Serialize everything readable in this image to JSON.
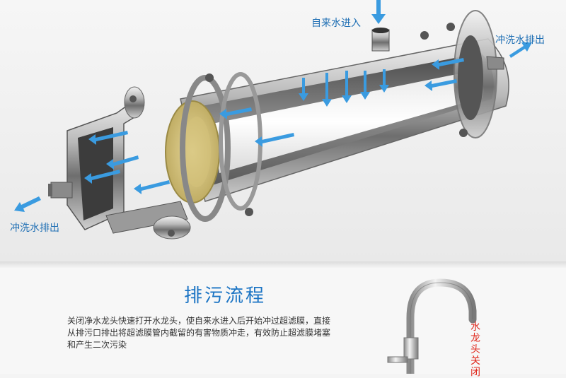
{
  "diagram": {
    "label_inlet": "自来水进入",
    "label_outlet_right": "冲洗水排出",
    "label_outlet_left": "冲洗水排出",
    "title": "排污流程",
    "description_lines": [
      "关闭净水龙头快速打开水龙头，使自来水进入后开始冲过超滤膜，直接",
      "从排污口排出将超滤膜管内截留的有害物质冲走，有效防止超滤膜堵塞",
      "和产生二次污染"
    ],
    "faucet_label": "水龙头关闭"
  },
  "colors": {
    "arrow": "#3a9be0",
    "title": "#1b74c4",
    "faucet_label": "#e0281c"
  }
}
